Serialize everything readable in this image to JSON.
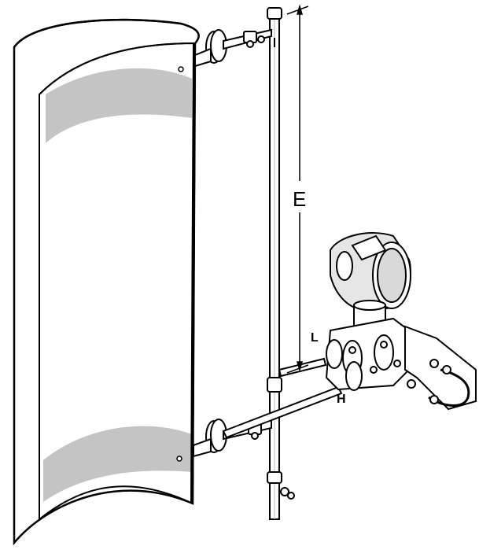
{
  "labels": {
    "dimension": "E",
    "low_side": "L",
    "high_side": "H"
  },
  "colors": {
    "line": "#000000",
    "fill": "#ffffff",
    "liquid_shade": "#c4c4c4",
    "metal_shade": "#d9d9d9"
  }
}
